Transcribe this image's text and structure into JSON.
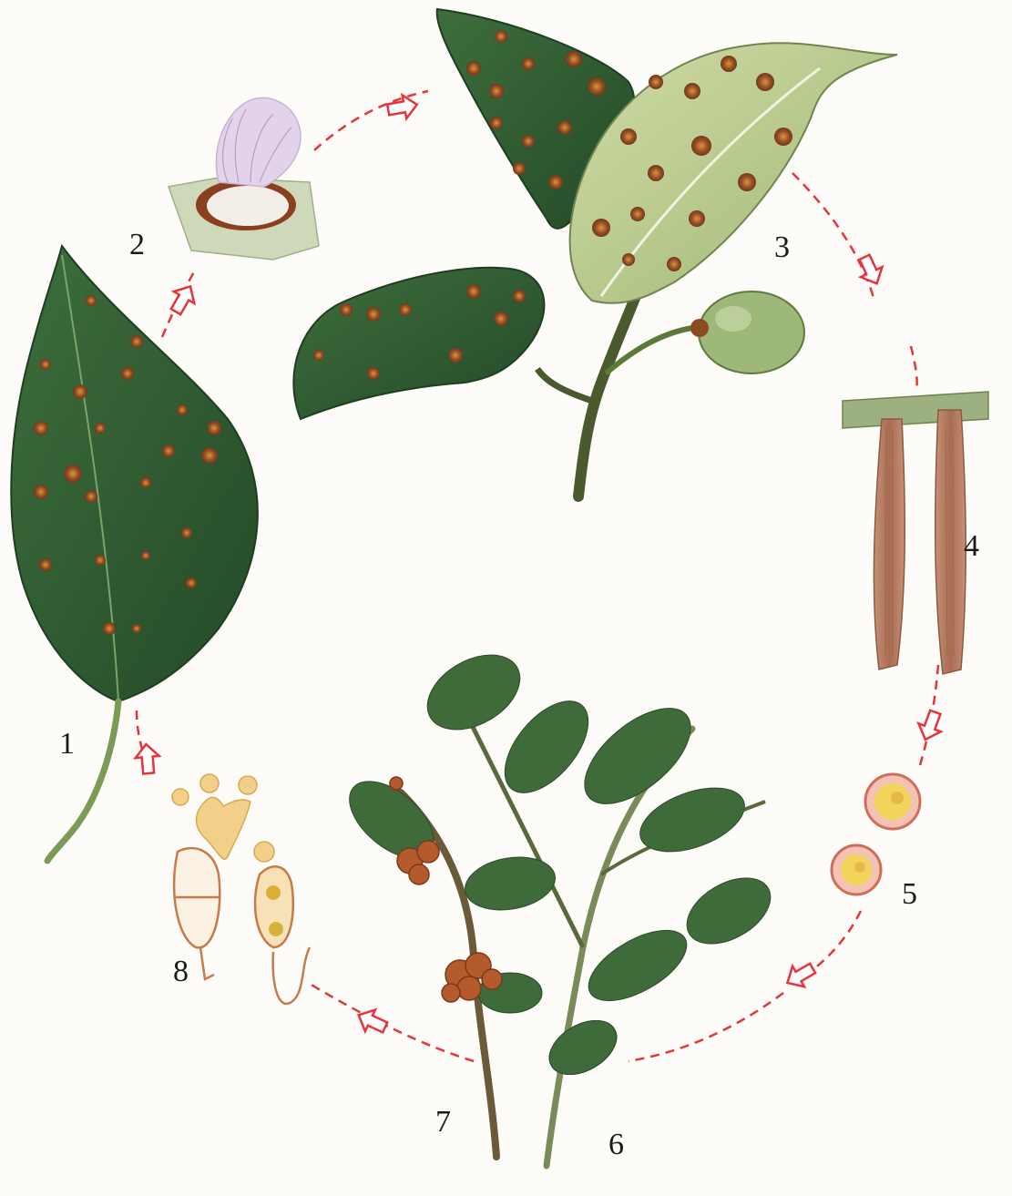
{
  "figure": {
    "stage_labels": [
      "1",
      "2",
      "3",
      "4",
      "5",
      "6",
      "7",
      "8"
    ]
  },
  "colors": {
    "cycle_arrow": "#e8323c",
    "leaf_dark": "#2f5a32",
    "leaf_light": "#b8c98a",
    "rust_spot": "#a0522d",
    "telia_horn": "#b57a5c",
    "spore_wall": "#e07a6a",
    "spore_core": "#f2d45a",
    "juniper": "#3f6b3a",
    "gall": "#b45a2c"
  }
}
